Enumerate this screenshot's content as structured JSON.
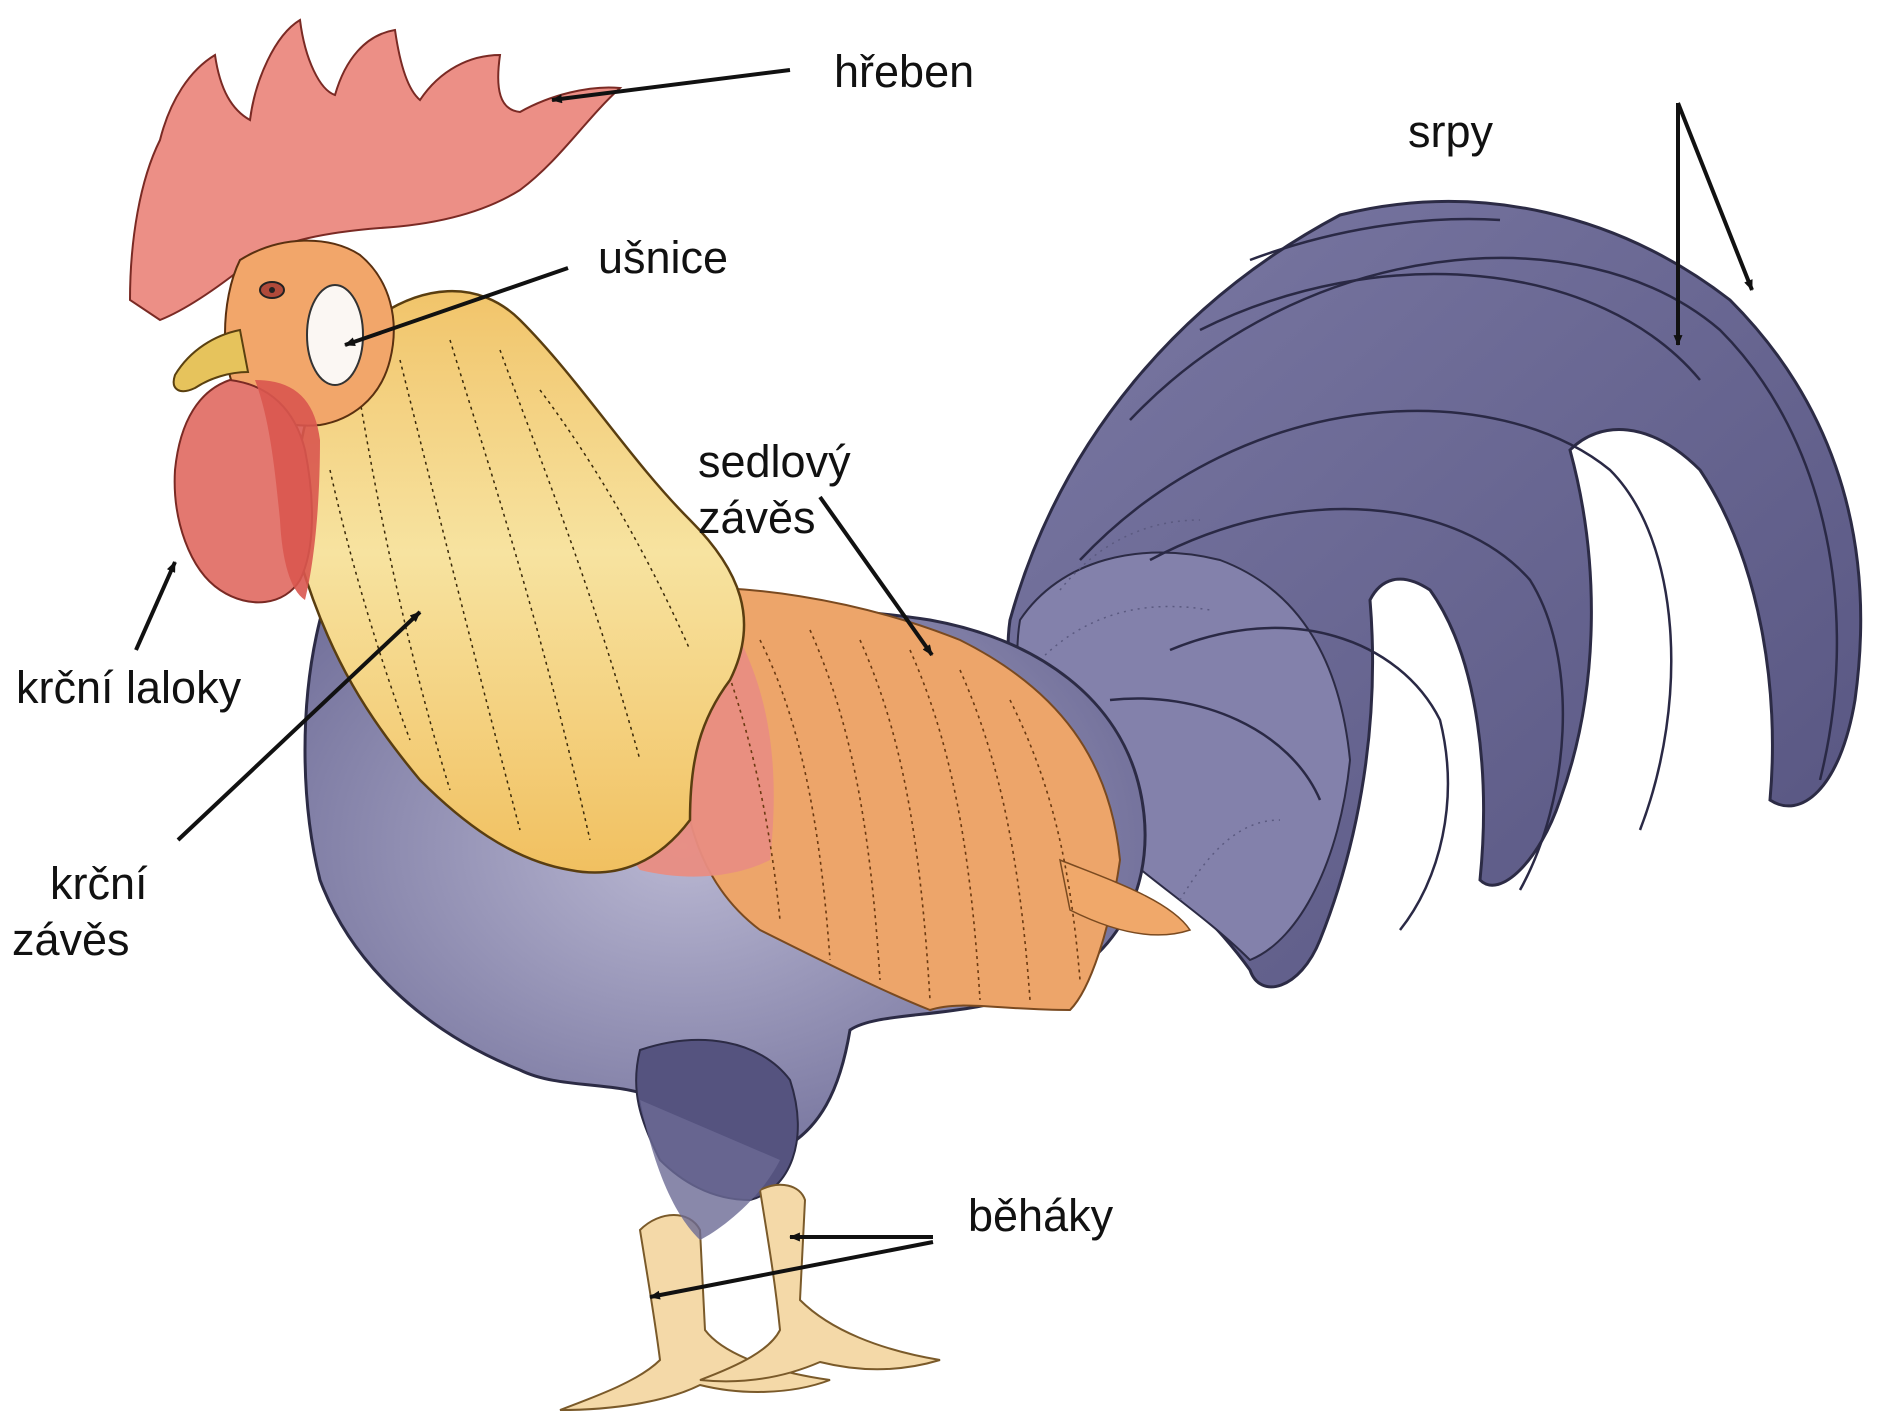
{
  "labels": {
    "comb": "hřeben",
    "earlobe": "ušnice",
    "wattles": "krční laloky",
    "hackle": "krční\nzávěs",
    "saddle": "sedlový\nzávěs",
    "sickles": "srpy",
    "shanks": "běháky"
  },
  "colors": {
    "comb": "#ec8f86",
    "comb_dark": "#d9574f",
    "hackle": "#f2d27e",
    "hackle_light": "#f7e6a6",
    "saddle": "#eda56a",
    "shoulder": "#e98d82",
    "plumage": "#6c6a95",
    "plumage_light": "#a4a2c2",
    "legs": "#f4d9a8",
    "beak": "#e6c35c",
    "outline": "#222222",
    "arrow": "#111111"
  }
}
